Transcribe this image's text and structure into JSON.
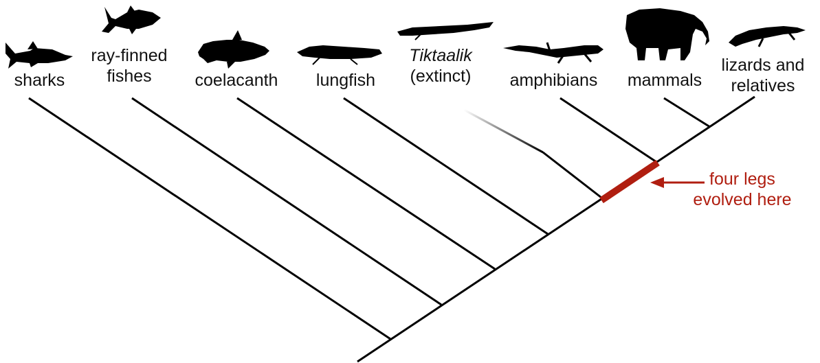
{
  "taxa": [
    {
      "name": "sharks",
      "lines": [
        "sharks"
      ],
      "icon": "shark-icon"
    },
    {
      "name": "ray-finned fishes",
      "lines": [
        "ray-finned",
        "fishes"
      ],
      "icon": "ray-finned-fish-icon"
    },
    {
      "name": "coelacanth",
      "lines": [
        "coelacanth"
      ],
      "icon": "coelacanth-icon"
    },
    {
      "name": "lungfish",
      "lines": [
        "lungfish"
      ],
      "icon": "lungfish-icon"
    },
    {
      "name": "Tiktaalik",
      "lines": [
        "Tiktaalik",
        "(extinct)"
      ],
      "icon": "tiktaalik-icon",
      "extinct": true
    },
    {
      "name": "amphibians",
      "lines": [
        "amphibians"
      ],
      "icon": "amphibian-icon"
    },
    {
      "name": "mammals",
      "lines": [
        "mammals"
      ],
      "icon": "elephant-icon"
    },
    {
      "name": "lizards and relatives",
      "lines": [
        "lizards and",
        "relatives"
      ],
      "icon": "lizard-icon"
    }
  ],
  "annotation": {
    "lines": [
      "four legs",
      "evolved here"
    ],
    "color": "#b01e10"
  },
  "colors": {
    "branch": "#000000",
    "highlight": "#b01e10"
  }
}
